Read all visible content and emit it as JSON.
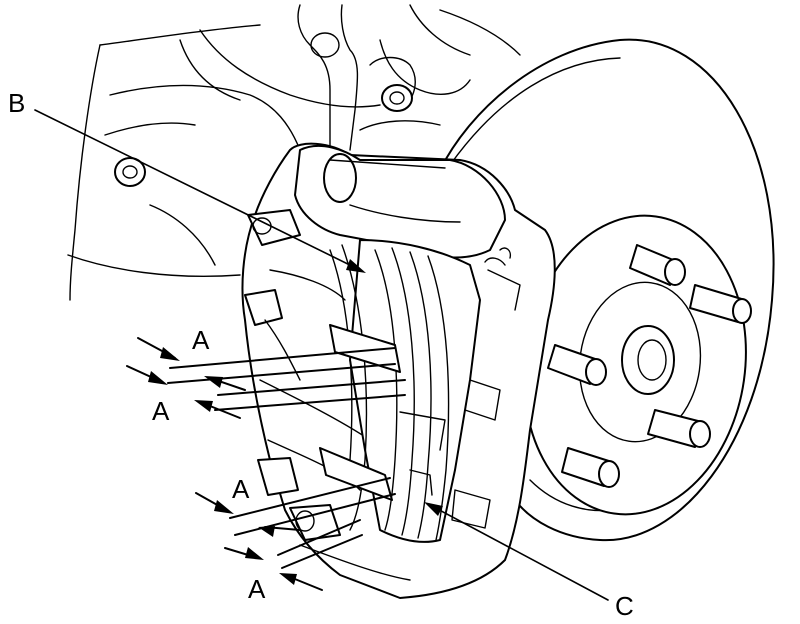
{
  "diagram": {
    "labels": {
      "b": "B",
      "c": "C",
      "a1": "A",
      "a2": "A",
      "a3": "A",
      "a4": "A"
    },
    "colors": {
      "ink": "#000000",
      "paper": "#ffffff"
    }
  }
}
